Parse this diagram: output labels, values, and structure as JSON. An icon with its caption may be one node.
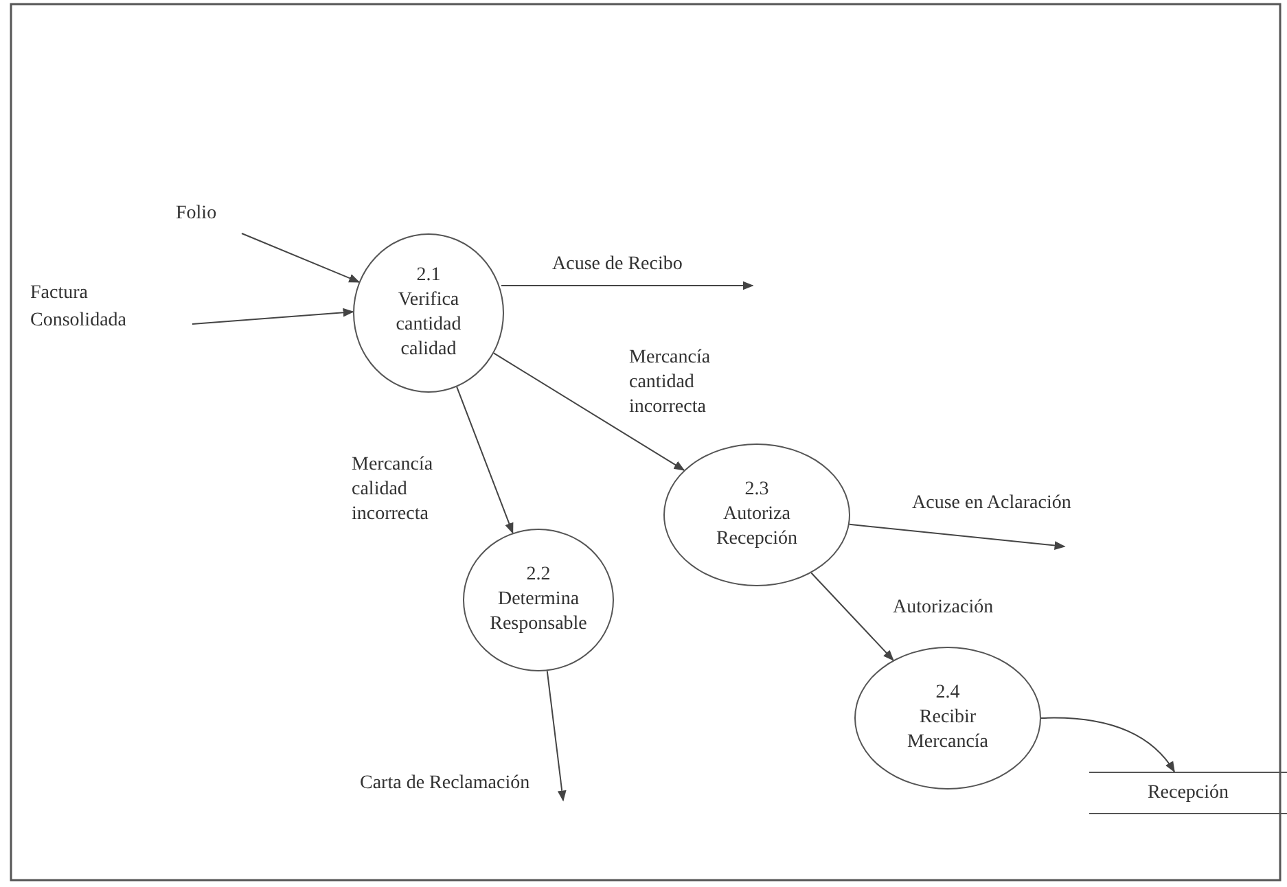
{
  "diagram": {
    "nodes": [
      {
        "text": [
          "Folio"
        ]
      },
      {
        "text": [
          "Factura Consolidada"
        ]
      },
      {
        "text": [
          "2.1",
          "Verifica cantidad calidad"
        ]
      },
      {
        "text": [
          "2.2",
          "Determina Responsable"
        ]
      },
      {
        "text": [
          "2.3",
          "Autoriza Recepción"
        ]
      },
      {
        "text": [
          "2.4",
          "Recibir Mercancía"
        ]
      },
      {
        "text": [
          "Recepción"
        ]
      }
    ],
    "edges": [
      {
        "from": 0,
        "to": 2,
        "arrow": "to"
      },
      {
        "from": 1,
        "to": 2,
        "arrow": "to"
      },
      {
        "from": 2,
        "to": null,
        "arrow": "to",
        "label": "Acuse de Recibo"
      },
      {
        "from": 2,
        "to": 4,
        "arrow": "to",
        "label": "Mercancía cantidad incorrecta"
      },
      {
        "from": 2,
        "to": 3,
        "arrow": "to",
        "label": "Mercancía calidad incorrecta"
      },
      {
        "from": 4,
        "to": null,
        "arrow": "to",
        "label": "Acuse en Aclaración"
      },
      {
        "from": 4,
        "to": 5,
        "arrow": "to",
        "label": "Autorización"
      },
      {
        "from": 3,
        "to": null,
        "arrow": "to",
        "label": "Carta de Reclamación"
      },
      {
        "from": 5,
        "to": 6,
        "arrow": "to"
      }
    ]
  }
}
